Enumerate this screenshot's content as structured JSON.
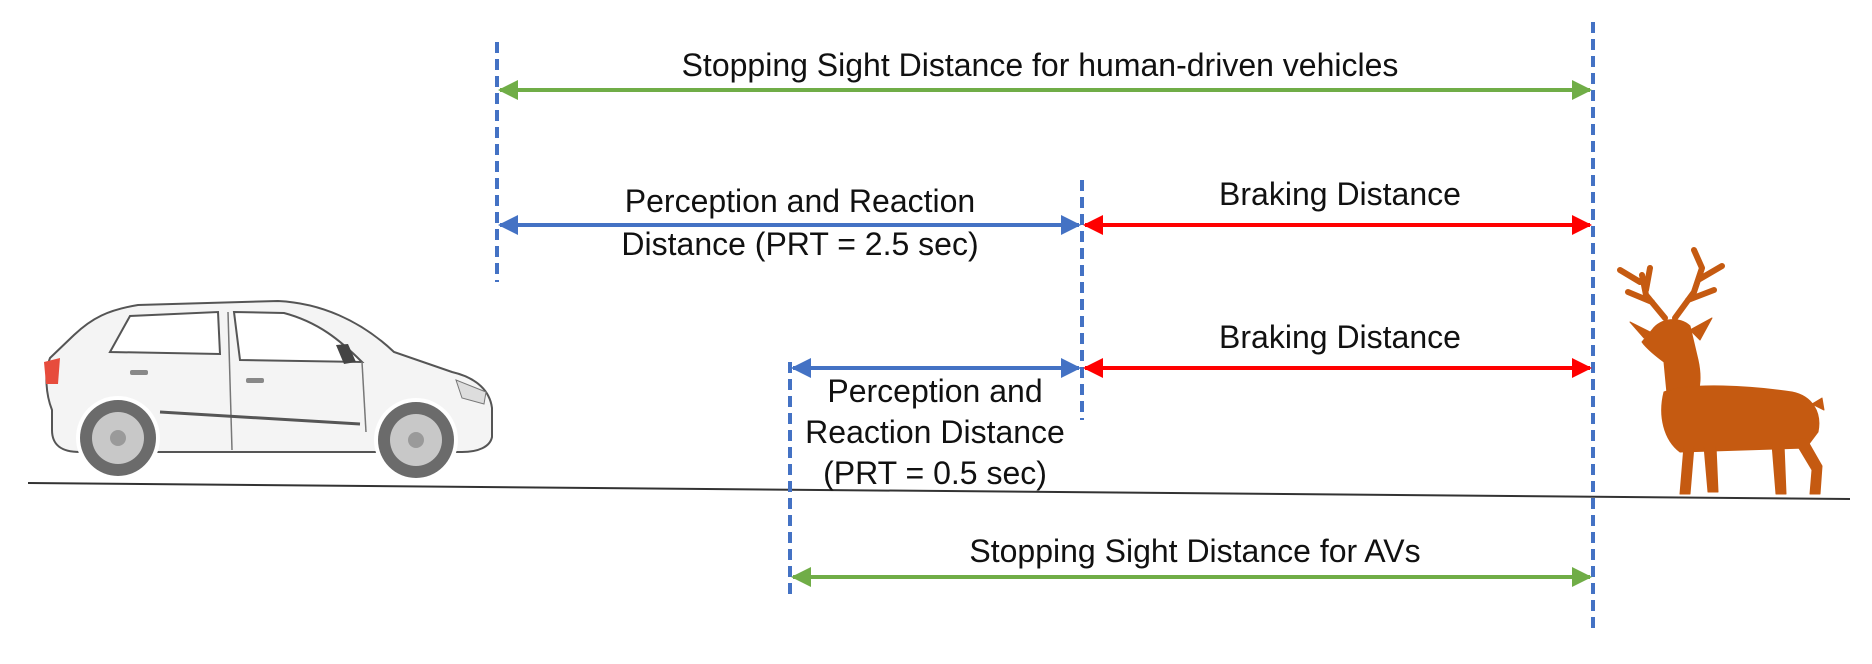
{
  "labels": {
    "ssd_human": "Stopping Sight Distance for human-driven vehicles",
    "prd_human_line1": "Perception and Reaction",
    "prd_human_line2": "Distance (PRT = 2.5 sec)",
    "braking_human": "Braking Distance",
    "braking_av": "Braking Distance",
    "prd_av_line1": "Perception and",
    "prd_av_line2": "Reaction Distance",
    "prd_av_line3": "(PRT = 0.5 sec)",
    "ssd_av": "Stopping Sight Distance for AVs"
  },
  "colors": {
    "sight_distance": "#70ad47",
    "perception_reaction": "#4472c4",
    "braking": "#ff0000",
    "guide_line": "#4472c4",
    "deer": "#c55a11",
    "car_body": "#f4f4f4",
    "car_outline": "#555555",
    "tire": "#6b6b6b",
    "road": "#333333"
  },
  "icons": {
    "vehicle": "car-icon",
    "animal": "deer-icon"
  }
}
